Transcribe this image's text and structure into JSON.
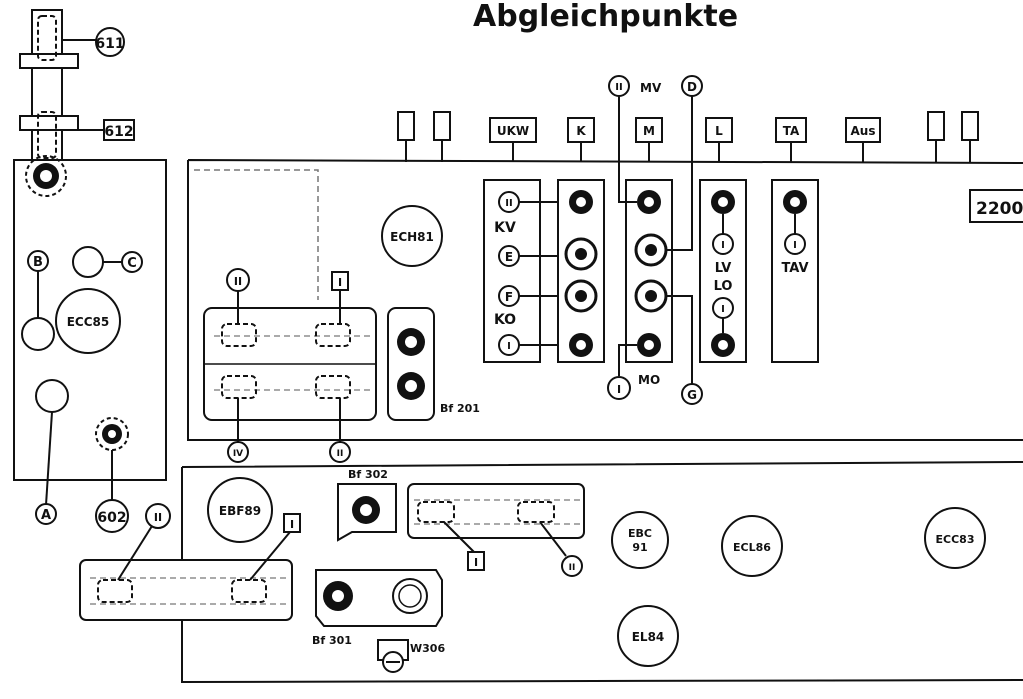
{
  "title": "Abgleichpunkte",
  "model": "2200",
  "switch_buttons": [
    "UKW",
    "K",
    "M",
    "L",
    "TA",
    "Aus"
  ],
  "tubes": {
    "ech81": "ECH81",
    "ecc85": "ECC85",
    "ebf89": "EBF89",
    "ebc91_line1": "EBC",
    "ebc91_line2": "91",
    "ecl86": "ECL86",
    "ecc83": "ECC83",
    "el84": "EL84"
  },
  "labels": {
    "b611": "611",
    "b612": "612",
    "pB": "B",
    "pC": "C",
    "pA": "A",
    "c602": "602",
    "if1": "II",
    "if2": "I",
    "if3": "IV",
    "if4": "II",
    "bf201": "Bf 201",
    "bf302": "Bf 302",
    "bf301": "Bf 301",
    "w306": "W306",
    "kv_c": "II",
    "kv": "KV",
    "kE": "E",
    "kF": "F",
    "ko": "KO",
    "kI": "I",
    "mv_c": "II",
    "mv": "MV",
    "mD": "D",
    "mo_c": "I",
    "mo": "MO",
    "mG": "G",
    "lv_c": "I",
    "lv": "LV",
    "lo": "LO",
    "lo_c": "I",
    "tav_c": "I",
    "tav": "TAV",
    "r1": "II",
    "r2": "I",
    "rf1": "I",
    "rf2": "II",
    "ra": "II",
    "rb": "I"
  }
}
